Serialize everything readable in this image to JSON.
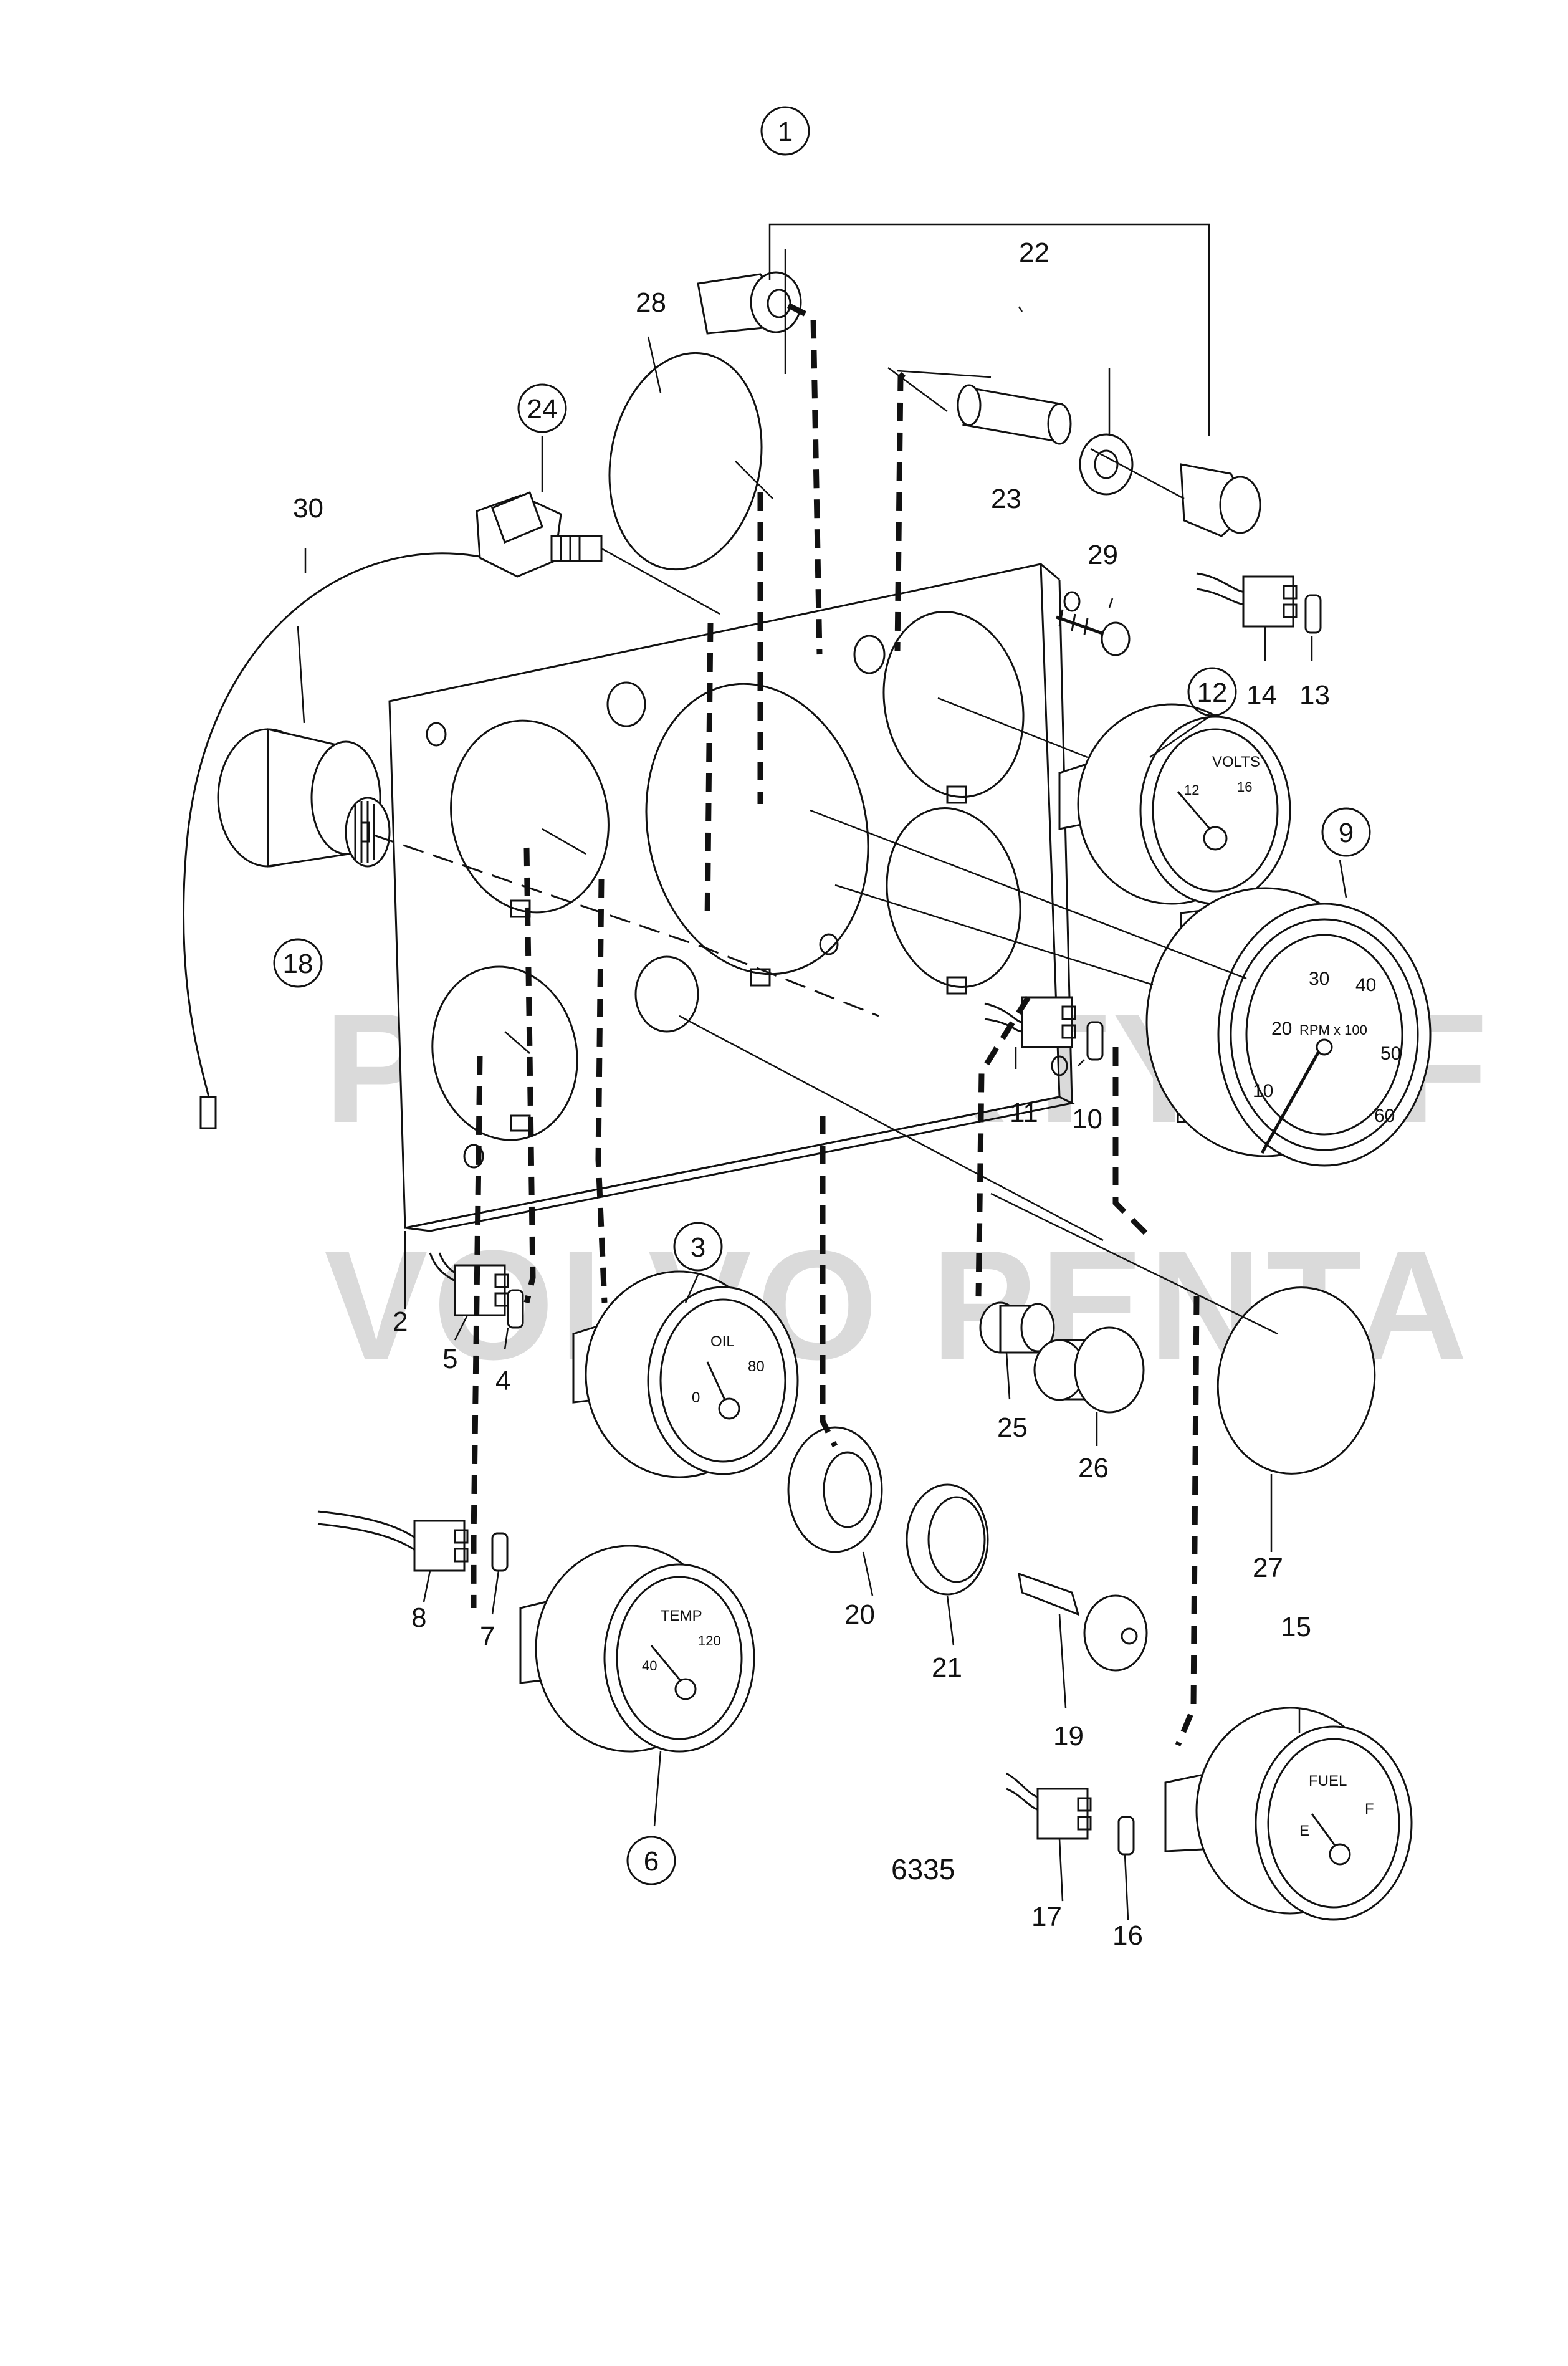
{
  "callouts": {
    "c1": "1",
    "c2": "2",
    "c3": "3",
    "c4": "4",
    "c5": "5",
    "c6": "6",
    "c7": "7",
    "c8": "8",
    "c9": "9",
    "c10": "10",
    "c11": "11",
    "c12": "12",
    "c13": "13",
    "c14": "14",
    "c15": "15",
    "c16": "16",
    "c17": "17",
    "c18": "18",
    "c19": "19",
    "c20": "20",
    "c21": "21",
    "c22": "22",
    "c23": "23",
    "c24": "24",
    "c25": "25",
    "c26": "26",
    "c27": "27",
    "c28": "28",
    "c29": "29",
    "c30": "30"
  },
  "gauges": {
    "volts": {
      "title": "VOLTS",
      "t1": "12",
      "t2": "16"
    },
    "oil": {
      "title": "OIL",
      "t1": "0",
      "t2": "80"
    },
    "temp": {
      "title": "TEMP",
      "t1": "40",
      "t2": "120"
    },
    "fuel": {
      "title": "FUEL",
      "t1": "E",
      "t2": "F"
    },
    "rpm": {
      "title": "RPM x 100",
      "ticks": [
        "10",
        "20",
        "30",
        "40",
        "50",
        "60"
      ]
    }
  },
  "figure_number": "6335",
  "watermark": {
    "line1": "PROPERTY OF",
    "line2": "VOLVO PENTA"
  }
}
